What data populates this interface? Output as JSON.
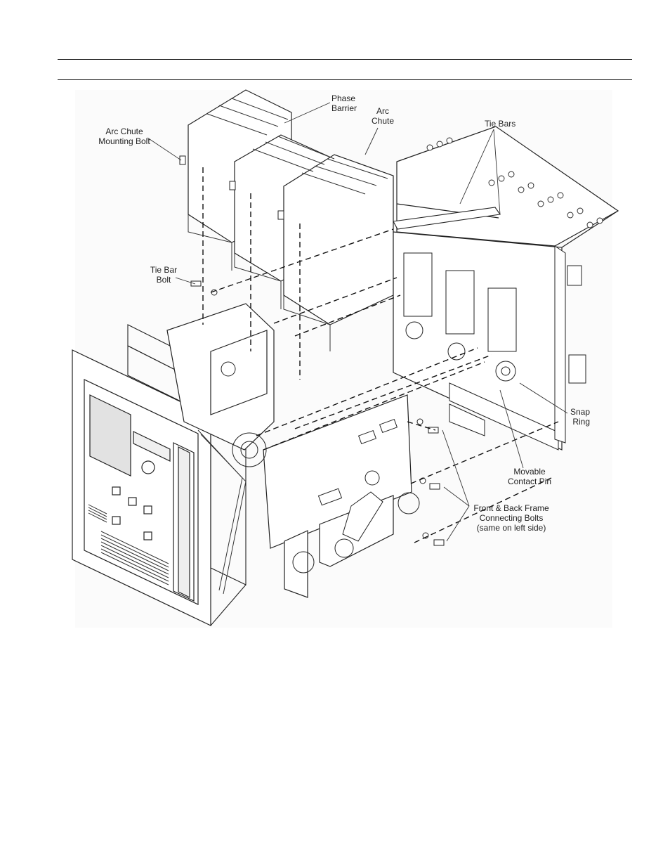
{
  "figure": {
    "labels": {
      "phase_barrier": [
        "Phase",
        "Barrier"
      ],
      "arc_chute": [
        "Arc",
        "Chute"
      ],
      "arc_chute_mounting_bolt": [
        "Arc Chute",
        "Mounting Bolt"
      ],
      "tie_bars": [
        "Tie Bars"
      ],
      "tie_bar_bolt": [
        "Tie Bar",
        "Bolt"
      ],
      "snap_ring": [
        "Snap",
        "Ring"
      ],
      "movable_contact_pin": [
        "Movable",
        "Contact Pin"
      ],
      "frame_bolts": [
        "Front & Back Frame",
        "Connecting Bolts",
        "(same on left side)"
      ]
    }
  }
}
